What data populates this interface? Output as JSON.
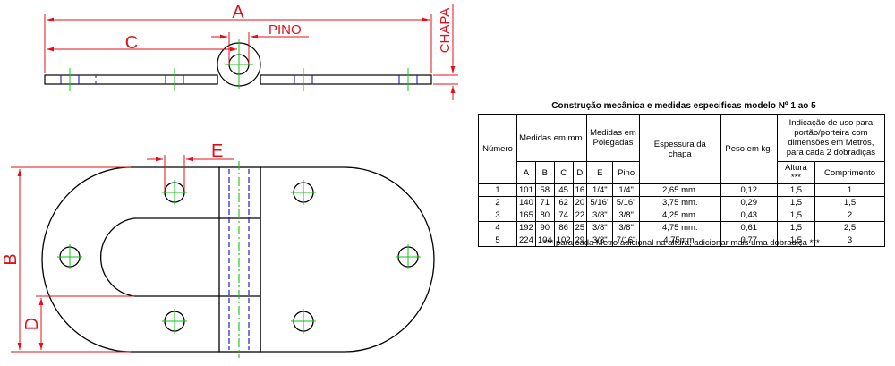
{
  "drawing": {
    "labels": {
      "a": "A",
      "c": "C",
      "pino": "PINO",
      "chapa": "CHAPA",
      "e": "E",
      "b": "B",
      "d": "D"
    },
    "colors": {
      "outline": "#000000",
      "dimension": "#e0101a",
      "centerline": "#16c316",
      "hidden": "#1a1ae0"
    }
  },
  "spec": {
    "title": "Construção mecânica e medidas  especificas modelo Nº 1 ao 5",
    "headers": {
      "numero": "Número",
      "medidas_mm": "Medidas em mm.",
      "medidas_pol": "Medidas em Polegadas",
      "espessura": "Espessura da chapa",
      "peso": "Peso em kg.",
      "indicacao": "Indicação de uso para portão/porteira com dimensões em Metros, para cada 2 dobradiças"
    },
    "subheaders": [
      "A",
      "B",
      "C",
      "D",
      "E",
      "Pino",
      "Altura ***",
      "Comprimento"
    ],
    "rows": [
      {
        "n": "1",
        "a": "101",
        "b": "58",
        "c": "45",
        "d": "16",
        "e": "1/4\"",
        "pino": "1/4\"",
        "esp": "2,65 mm.",
        "peso": "0,12",
        "altura": "1,5",
        "comp": "1"
      },
      {
        "n": "2",
        "a": "140",
        "b": "71",
        "c": "62",
        "d": "20",
        "e": "5/16\"",
        "pino": "5/16\"",
        "esp": "3,75 mm.",
        "peso": "0,29",
        "altura": "1,5",
        "comp": "1,5"
      },
      {
        "n": "3",
        "a": "165",
        "b": "80",
        "c": "74",
        "d": "22",
        "e": "3/8\"",
        "pino": "3/8\"",
        "esp": "4,25 mm.",
        "peso": "0,43",
        "altura": "1,5",
        "comp": "2"
      },
      {
        "n": "4",
        "a": "192",
        "b": "90",
        "c": "86",
        "d": "25",
        "e": "3/8\"",
        "pino": "3/8\"",
        "esp": "4,75 mm.",
        "peso": "0,61",
        "altura": "1,5",
        "comp": "2,5"
      },
      {
        "n": "5",
        "a": "224",
        "b": "104",
        "c": "102",
        "d": "29",
        "e": "3/8\"",
        "pino": "7/16\"",
        "esp": "4,75mm.",
        "peso": "0,77",
        "altura": "1,5",
        "comp": "3"
      }
    ],
    "note": "*** para cada Metro adicional na altura, adicionar mais uma dobradiça ***"
  }
}
